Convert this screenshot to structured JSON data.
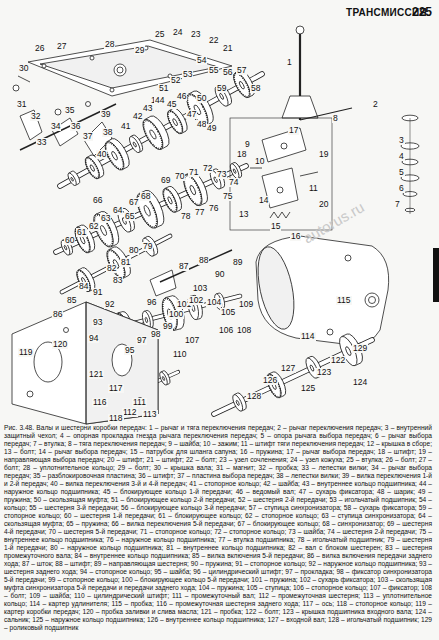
{
  "diagram": {
    "title": "ТРАНСМИССИЯ",
    "caption": "Рис. 3.48. Валы и шестерни коробки передач: 1 – рычаг и тяга переключения передач; 2 – рычаг переключения передач; 3 – внутренний защитный чехол; 4 – опорная прокладка гнезда рычага переключения передач; 5 – опора рычага выбора передач; 6 – рычаг выбора передач; 7 – втулка; 8 – тяга переключения передач; 9 – шайба; 10 – зажим; 11 – штифт тяги переключения передач; 12 – крышка в сборе; 13 – болт; 14 – рычаг выбора передач; 15 – патрубок для шланга сапуна; 16 – пружина; 17 – рычаг выбора передач; 18 – штифт; 19 – направляющая выбора передач; 20 – штифт; 21 – штифт; 22 – болт; 23 – узел сочленения; 24 – узел кожуха; 25 – втулка; 26 – болт; 27 – болт; 28 – уплотнительное кольцо; 29 – болт; 30 – крышка вала; 31 – магнит; 32 – пробка; 33 – лепестки вилки; 34 – рычаг выбора передач; 35 – разблокировочная пластина; 36 – штифт; 37 – пластина выбора передач; 38 – лепестки вилки; 39 – вилка переключения 1-й и 2-й передач; 40 – вилка переключения 3-й и 4-й передач; 41 – стопорное кольцо; 42 – шайба; 43 – внутреннее кольцо подшипника; 44 – наружное кольцо подшипника; 45 – блокирующее кольцо 1-й передачи; 46 – ведомый вал; 47 – сухарь фиксатора; 48 – шарик; 49 – пружина; 50 – скользящая муфта; 51 – блокирующее кольцо 2-й передачи; 52 – шестерня 2-й передачи; 53 – игольчатый подшипник; 54 – кольцо; 55 – шестерня 3-й передачи; 56 – блокирующее кольцо 3-й передачи; 57 – ступица синхронизатора; 58 – сухарь фиксатора; 59 – стопорное кольцо; 60 – шестерня 1-й передачи; 61 – блокирующее кольцо; 62 – стопорное кольцо; 63 – ступица синхронизатора; 64 – скользящая муфта; 65 – пружина; 66 – вилка переключения 5-й передачи; 67 – блокирующее кольцо; 68 – синхронизатор; 69 – шестерня 4-й передачи; 70 – шестерня 5-й передачи; 71 – стопорное кольцо; 72 – стопорное кольцо; 73 – шайба; 74 – шестерня 2-й передачи; 75 – внутреннее кольцо подшипника; 76 – наружное кольцо подшипника; 77 – втулка подшипника; 78 – игольчатый подшипник; 79 – шестерня 1-й передачи; 80 – наружное кольцо подшипника; 81 – внутреннее кольцо подшипника; 82 – вал с блоком шестерен; 83 – шестерня промежуточного вала; 84 – внутреннее кольцо подшипника; 85 – вилка включения 5-й передачи; 86 – вилка включения передачи заднего хода; 87 – шток; 88 – штифт; 89 – направляющая шестерня; 90 – пружина; 91 – стопорное кольцо; 92 – наружное кольцо подшипника; 93 – шестерня заднего хода; 94 – стопорное кольцо; 95 – шайба; 96 – цилиндрический штифт; 97 – прокладка; 98 – фиксатор синхронизатора 5-й передачи; 99 – стопорное кольцо; 100 – блокирующее кольцо 5-й передачи; 101 – пружина; 102 – сухарь фиксатора; 103 – скользящая муфта синхронизатора 5-й передачи и передачи заднего хода; 104 – пружина; 105 – ступица; 106 – стопорное кольцо; 107 – фиксатор; 108 – болт; 109 – шайба; 110 – цилиндрический штифт; 111 – промежуточный вал; 112 – промежуточная шестерня; 113 – уплотнительное кольцо; 114 – картер удлинителя; 115 – пробка; 116 – промежуточная шестерня заднего хода; 117 – ось; 118 – стопорное кольцо; 119 – картер коробки передач; 120 – пробка заливки и слива масла; 121 – пробка; 122 – болт; 123 – крышка подшипника входного вала; 124 – сальник; 125 – наружное кольцо подшипника; 126 – внутреннее кольцо подшипника; 127 – входной вал; 128 – игольчатый подшипник; 129 – роликовый подшипник",
    "labels": [
      "225",
      "1",
      "2",
      "3",
      "4",
      "5",
      "6",
      "7",
      "8",
      "9",
      "10",
      "11",
      "12",
      "13",
      "14",
      "15",
      "16",
      "17",
      "18",
      "19",
      "20",
      "21",
      "22",
      "23",
      "24",
      "25",
      "26",
      "27",
      "28",
      "29",
      "30",
      "31",
      "32",
      "33",
      "34",
      "35",
      "36",
      "37",
      "38",
      "39",
      "40",
      "41",
      "42",
      "43",
      "44",
      "45",
      "46",
      "47",
      "48",
      "49",
      "50",
      "51",
      "52",
      "53",
      "54",
      "55",
      "56",
      "57",
      "58",
      "59",
      "60",
      "61",
      "62",
      "63",
      "64",
      "65",
      "66",
      "67",
      "68",
      "69",
      "70",
      "71",
      "72",
      "73",
      "74",
      "75",
      "76",
      "77",
      "78",
      "79",
      "80",
      "81",
      "82",
      "83",
      "84",
      "85",
      "86",
      "87",
      "88",
      "89",
      "90",
      "91",
      "92",
      "93",
      "94",
      "95",
      "96",
      "97",
      "98",
      "99",
      "100",
      "101",
      "102",
      "103",
      "104",
      "105",
      "106",
      "107",
      "108",
      "109",
      "110",
      "111",
      "112",
      "113",
      "114",
      "115",
      "116",
      "117",
      "118",
      "119",
      "120",
      "121",
      "122",
      "123",
      "124",
      "125",
      "126",
      "127",
      "128",
      "129",
      "autorus.ru"
    ]
  }
}
